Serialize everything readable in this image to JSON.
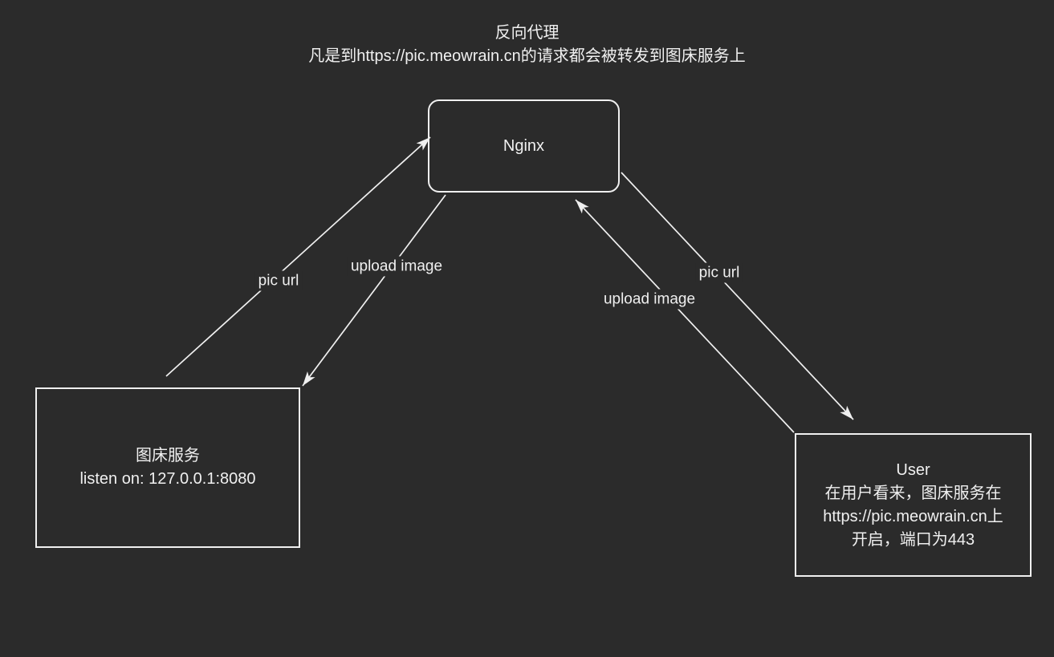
{
  "canvas": {
    "background_color": "#2b2b2b",
    "stroke_color": "#f0f0f0",
    "text_color": "#f0f0f0"
  },
  "title": {
    "line1": "反向代理",
    "line2": "凡是到https://pic.meowrain.cn的请求都会被转发到图床服务上"
  },
  "nodes": {
    "nginx": {
      "label": "Nginx"
    },
    "pic_service": {
      "title": "图床服务",
      "subtitle": "listen on: 127.0.0.1:8080"
    },
    "user": {
      "line1": "User",
      "line2": "在用户看来，图床服务在",
      "line3": "https://pic.meowrain.cn上",
      "line4": "开启，端口为443"
    }
  },
  "edges": {
    "pic_url_left": {
      "label": "pic url",
      "from": "pic_service",
      "to": "nginx"
    },
    "upload_image_left": {
      "label": "upload image",
      "from": "nginx",
      "to": "pic_service"
    },
    "upload_image_right": {
      "label": "upload image",
      "from": "user",
      "to": "nginx"
    },
    "pic_url_right": {
      "label": "pic url",
      "from": "nginx",
      "to": "user"
    }
  }
}
